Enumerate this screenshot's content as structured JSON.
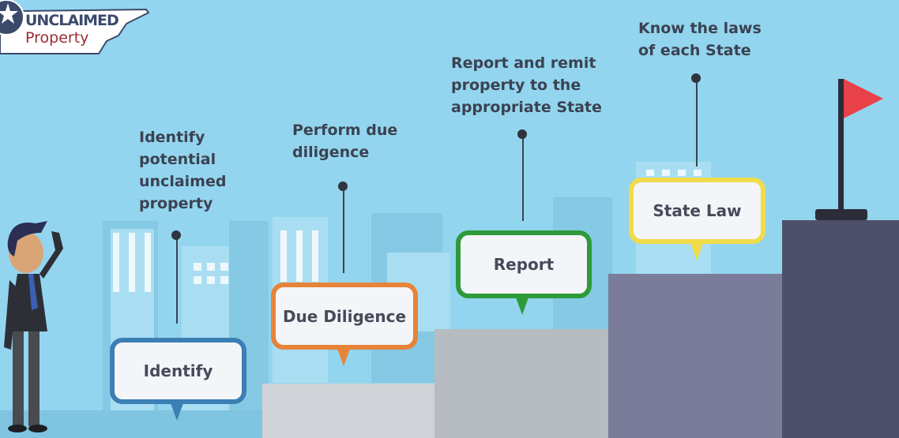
{
  "logo": {
    "line1": "UNCLAIMED",
    "line2": "Property"
  },
  "steps": [
    {
      "label": "Identify",
      "description": [
        "Identify",
        "potential",
        "unclaimed",
        "property"
      ],
      "color": "#3b7fb5"
    },
    {
      "label": "Due Diligence",
      "description": [
        "Perform due",
        "diligence"
      ],
      "color": "#e8833a"
    },
    {
      "label": "Report",
      "description": [
        "Report and remit",
        "property to the",
        "appropriate State"
      ],
      "color": "#2e9a3a"
    },
    {
      "label": "State Law",
      "description": [
        "Know the laws",
        "of each State"
      ],
      "color": "#f0dc4a"
    }
  ],
  "flag_color": "#e8414a"
}
